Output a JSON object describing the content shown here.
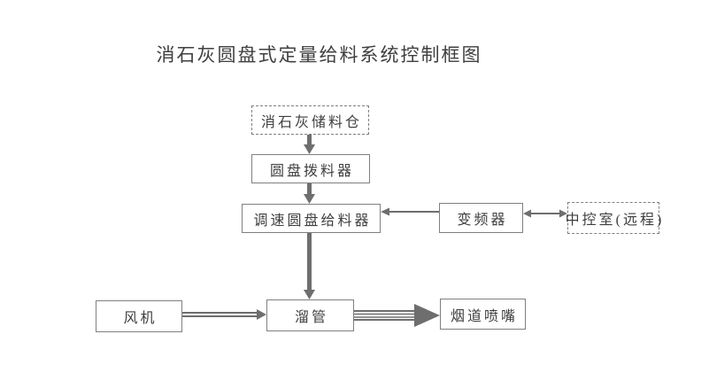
{
  "title": "消石灰圆盘式定量给料系统控制框图",
  "colors": {
    "background": "#ffffff",
    "box_border": "#7f7f7f",
    "text": "#3f3f3f",
    "arrow": "#6e6e6e"
  },
  "nodes": [
    {
      "id": "storage-bin",
      "label": "消石灰储料仓",
      "border": "dashed"
    },
    {
      "id": "disc-picker",
      "label": "圆盘拨料器",
      "border": "solid"
    },
    {
      "id": "speed-feeder",
      "label": "调速圆盘给料器",
      "border": "solid"
    },
    {
      "id": "inverter",
      "label": "变频器",
      "border": "solid"
    },
    {
      "id": "control-room",
      "label": "中控室(远程)",
      "border": "dashed"
    },
    {
      "id": "fan",
      "label": "风机",
      "border": "solid"
    },
    {
      "id": "chute",
      "label": "溜管",
      "border": "solid"
    },
    {
      "id": "flue-nozzle",
      "label": "烟道喷嘴",
      "border": "solid"
    }
  ],
  "connections": [
    {
      "from": "消石灰储料仓",
      "to": "圆盘拨料器",
      "style": "thick-arrow-down"
    },
    {
      "from": "圆盘拨料器",
      "to": "调速圆盘给料器",
      "style": "thick-arrow-down"
    },
    {
      "from": "调速圆盘给料器",
      "to": "溜管",
      "style": "thick-arrow-down"
    },
    {
      "from": "变频器",
      "to": "调速圆盘给料器",
      "style": "single-line-arrow-left"
    },
    {
      "from": "变频器",
      "to": "中控室(远程)",
      "style": "double-headed-arrow"
    },
    {
      "from": "风机",
      "to": "溜管",
      "style": "double-line-arrow-right"
    },
    {
      "from": "溜管",
      "to": "烟道喷嘴",
      "style": "striped-thick-arrow-right"
    }
  ]
}
